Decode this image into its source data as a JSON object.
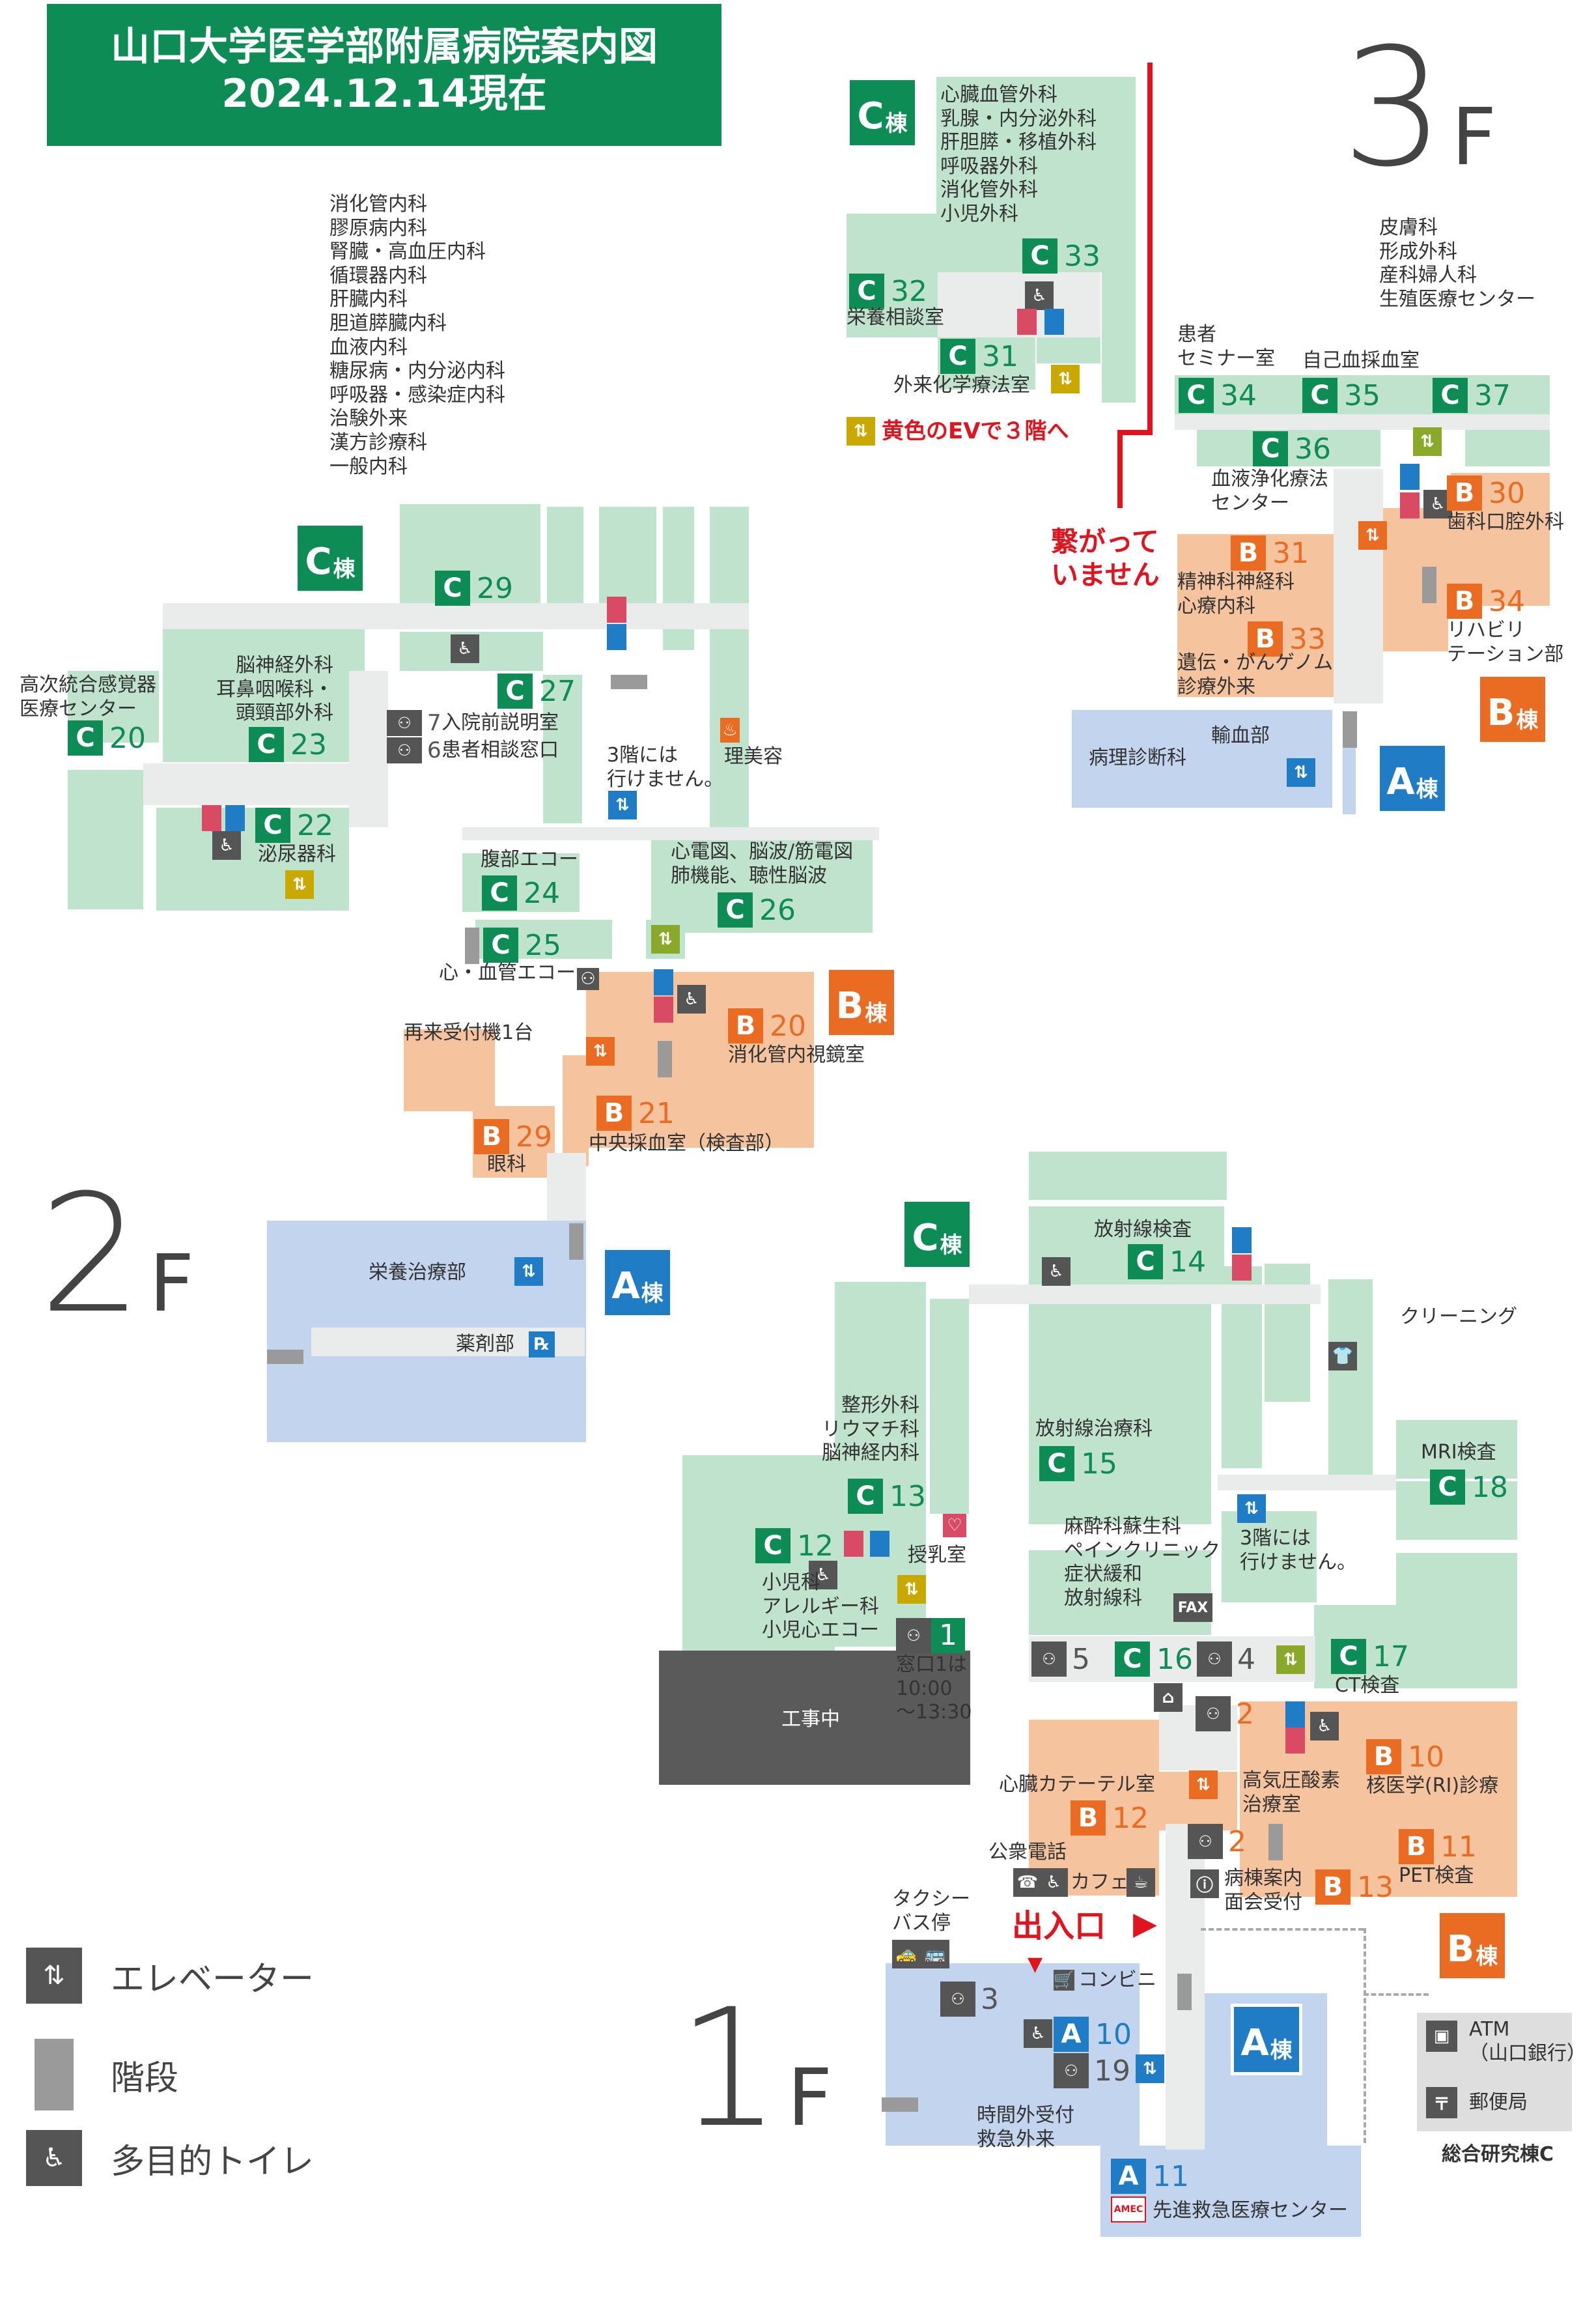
{
  "header": {
    "title_line1": "山口大学医学部附属病院案内図",
    "title_line2": "2024.12.14現在"
  },
  "floors": {
    "f3": {
      "num": "3",
      "unit": "F"
    },
    "f2": {
      "num": "2",
      "unit": "F"
    },
    "f1": {
      "num": "1",
      "unit": "F"
    }
  },
  "wings": {
    "c_letter": "C",
    "b_letter": "B",
    "a_letter": "A",
    "suffix": "棟"
  },
  "f3": {
    "c33_depts": [
      "心臓血管外科",
      "乳腺・内分泌外科",
      "肝胆膵・移植外科",
      "呼吸器外科",
      "消化管外科",
      "小児外科"
    ],
    "c32_label": "栄養相談室",
    "c31_label": "外来化学療法室",
    "ev_note": "黄色のEVで３階へ",
    "disconnect_note": [
      "繋がって",
      "いません"
    ],
    "c34_label": [
      "患者",
      "セミナー室"
    ],
    "c35_label": "自己血採血室",
    "c37_depts": [
      "皮膚科",
      "形成外科",
      "産科婦人科",
      "生殖医療センター"
    ],
    "c36_label": [
      "血液浄化療法",
      "センター"
    ],
    "b30_label": "歯科口腔外科",
    "b31_label": [
      "精神科神経科",
      "心療内科"
    ],
    "b33_label": [
      "遺伝・がんゲノム",
      "診療外来"
    ],
    "b34_label": [
      "リハビリ",
      "テーション部"
    ],
    "pathology": "病理診断科",
    "transfusion": "輸血部"
  },
  "f2": {
    "c29_depts": [
      "消化管内科",
      "膠原病内科",
      "腎臓・高血圧内科",
      "循環器内科",
      "肝臓内科",
      "胆道膵臓内科",
      "血液内科",
      "糖尿病・内分泌内科",
      "呼吸器・感染症内科",
      "治験外来",
      "漢方診療科",
      "一般内科"
    ],
    "c20_label": [
      "高次統合感覚器",
      "医療センター"
    ],
    "c23_label": [
      "脳神経外科",
      "耳鼻咽喉科・",
      "頭頸部外科"
    ],
    "c22_label": "泌尿器科",
    "window7_label": "入院前説明室",
    "window6_label": "患者相談窓口",
    "no_3f": [
      "3階には",
      "行けません。"
    ],
    "barber": "理美容",
    "c24_label": "腹部エコー",
    "c26_label": [
      "心電図、脳波/筋電図",
      "肺機能、聴性脳波"
    ],
    "cardio_echo": "心・血管エコー",
    "reception_machine": "再来受付機1台",
    "b20_label": "消化管内視鏡室",
    "b21_label": "中央採血室（検査部）",
    "b29_label": "眼科",
    "nutrition": "栄養治療部",
    "pharmacy": "薬剤部"
  },
  "f1": {
    "c14_label": "放射線検査",
    "cleaning": "クリーニング",
    "c13_depts": [
      "整形外科",
      "リウマチ科",
      "脳神経内科"
    ],
    "c15_label": "放射線治療科",
    "c18_label": "MRI検査",
    "no_3f": [
      "3階には",
      "行けません。"
    ],
    "nursing": "授乳室",
    "c12_depts": [
      "小児科",
      "アレルギー科",
      "小児心エコー"
    ],
    "c16_depts": [
      "麻酔科蘇生科",
      "ペインクリニック",
      "症状緩和",
      "放射線科"
    ],
    "fax": "FAX",
    "window1_hours": [
      "窓口1は",
      "10:00",
      "〜13:30"
    ],
    "construction": "工事中",
    "c17_label": "CT検査",
    "b10_label": "核医学(RI)診療",
    "b12_label": "心臓カテーテル室",
    "hyperbaric": [
      "高気圧酸素",
      "治療室"
    ],
    "b11_label": "PET検査",
    "public_phone": "公衆電話",
    "cafe": "カフェ",
    "ward_info": [
      "病棟案内",
      "面会受付"
    ],
    "taxi": [
      "タクシー",
      "バス停"
    ],
    "entrance": "出入口",
    "conveni": "コンビニ",
    "atm": [
      "ATM",
      "（山口銀行）"
    ],
    "post": "郵便局",
    "research": "総合研究棟C",
    "night_reception": [
      "時間外受付",
      "救急外来"
    ],
    "a11_label": "先進救急医療センター",
    "amec": "AMEC"
  },
  "legend": {
    "elevator": "エレベーター",
    "stairs": "階段",
    "toilet": "多目的トイレ"
  },
  "rooms": {
    "c33": "33",
    "c32": "32",
    "c31": "31",
    "c34": "34",
    "c35": "35",
    "c37": "37",
    "c36": "36",
    "b30": "30",
    "b31": "31",
    "b33": "33",
    "b34": "34",
    "c29": "29",
    "c27": "27",
    "c20": "20",
    "c23": "23",
    "c22": "22",
    "c24": "24",
    "c25": "25",
    "c26": "26",
    "b20": "20",
    "b21": "21",
    "b29": "29",
    "c14": "14",
    "c13": "13",
    "c15": "15",
    "c18": "18",
    "c12": "12",
    "c16": "16",
    "c17": "17",
    "b10": "10",
    "b12": "12",
    "b11": "11",
    "b13": "13",
    "a10": "10",
    "a11": "11"
  },
  "windows": {
    "w7": "7",
    "w6": "6",
    "w1": "1",
    "w5": "5",
    "w4": "4",
    "w2a": "2",
    "w2b": "2",
    "w3": "3",
    "w19": "19"
  },
  "colors": {
    "brand_green": "#0e8c55",
    "b_orange": "#ea6b22",
    "a_blue": "#1f7cc5",
    "zone_green": "#bfe3cc",
    "zone_orange": "#f5c39e",
    "zone_blue": "#c3d4ee",
    "alert_red": "#e0141e"
  }
}
